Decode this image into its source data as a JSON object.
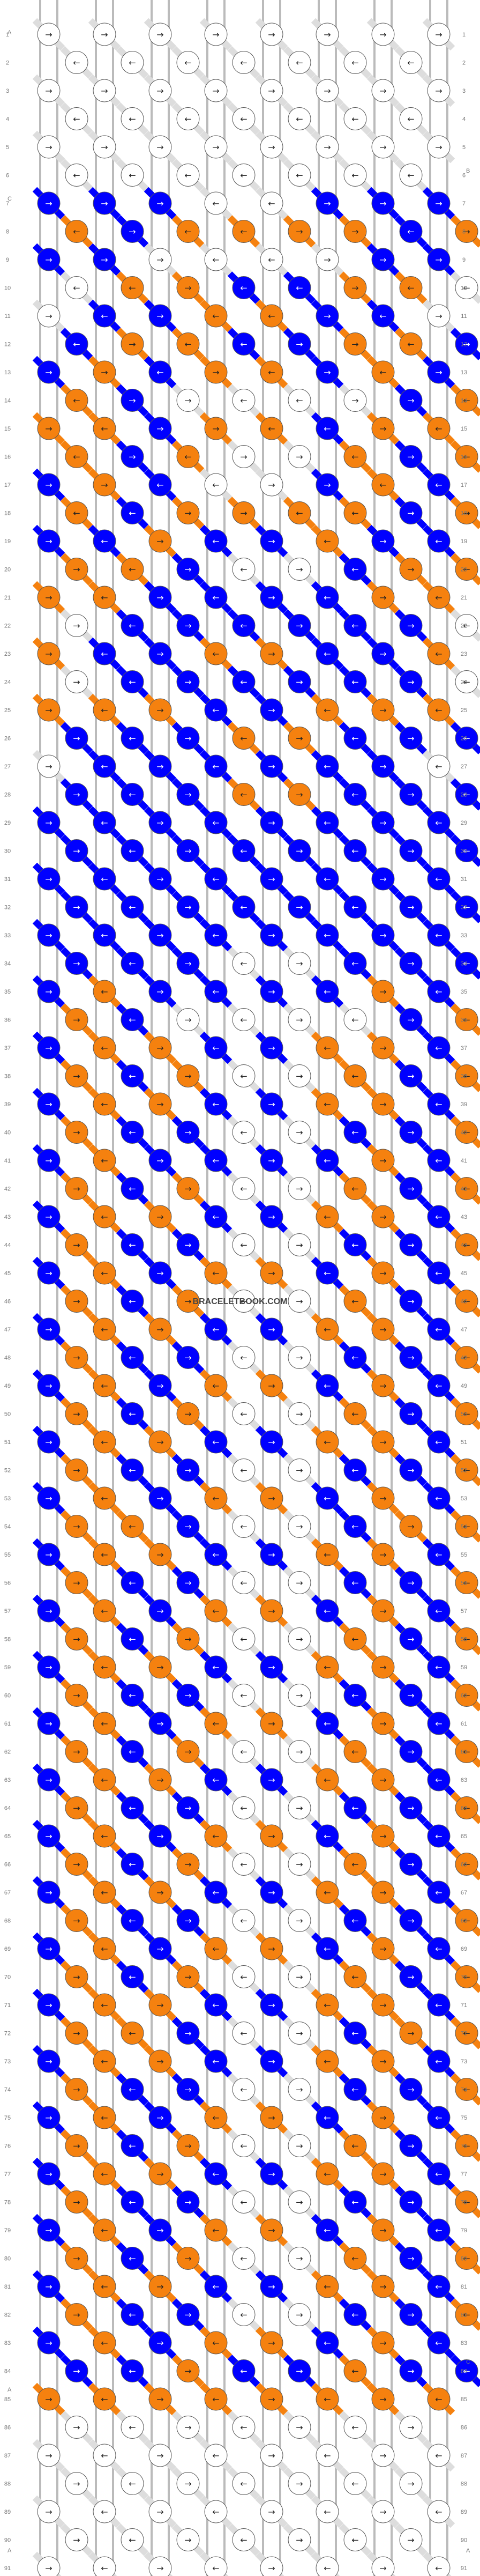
{
  "watermark": "BRACELETBOOK.COM",
  "string_labels": {
    "top_left": "A",
    "bottom_left": "A",
    "row6_right": "B",
    "row7_left": "C",
    "row85_right": "C",
    "row85_left": "A",
    "bottom_right": "A"
  },
  "colors": {
    "A": "#ffffff",
    "B": "#0000ff",
    "C": "#f5810f",
    "outline": "#555555",
    "arrow": "#222222"
  },
  "icons": {
    "forward": "→",
    "backward": "←",
    "forward_backward": "↱",
    "backward_forward": "↰"
  },
  "row_count": 91,
  "knots_per_row_odd": 8,
  "knots_per_row_even": 7,
  "color_rows": [
    "AAAAAAAA",
    "AAAAAAA",
    "AAAAAAAA",
    "AAAAAAA",
    "AAAAAAAA",
    "AAAAAAA",
    "BBBAABBB",
    "CBCCCCBC",
    "BBAAAABB",
    "ACCBBCCA",
    "ABBCCBBA",
    "BCCBBCCB",
    "BCBCCBCB",
    "CBAAAABC",
    "CCBCCBCC",
    "CBCAACBC",
    "BCBAABCB",
    "CBCCCCBC",
    "BBCBBCBB",
    "CCBAABCC",
    "CCBBBBCC",
    "ABBBBBBA",
    "CBBCCBBC",
    "ABBBBBBA",
    "CCCBBCCC",
    "BBBCCBBB",
    "ABBBBBBA",
    "BBBCCBBB",
    "BBBBBBBB",
    "BBBBBBBB",
    "BBBBBBBB",
    "BBBBBBBB",
    "BBBBBBBB",
    "BBBAABBB",
    "BCBBBBCB",
    "CBAAAABC",
    "BCCBBCCB",
    "CBCAACBC",
    "BCCBBCCB",
    "CBBAABBC",
    "BCBBBBCB",
    "CBCAACBC",
    "BCCBBCCB",
    "CBBAABBC",
    "BCBCCBCB",
    "CBCAACBC",
    "BCCBBCCB",
    "CBBAABBC",
    "BCBCCBCB",
    "CBCAACBC",
    "BCCBBCCB",
    "CBBAABBC",
    "BCBCCBCB",
    "CCBAABCC",
    "BCCBBCCB",
    "CBBAABBC",
    "BCBCCBCB",
    "CBCAACBC",
    "BCCBBCCB",
    "CBBAABBC",
    "BCBCCBCB",
    "CBCAACBC",
    "BCCBBCCB",
    "CBBAABBC",
    "BCBCCBCB",
    "CBCAACBC",
    "BCCBBCCB",
    "CBBAABBC",
    "BCBCCBCB",
    "CBCAACBC",
    "BCCBBCCB",
    "CCBAABCC",
    "BCCBBCCB",
    "CBBAABBC",
    "BCBCCBCB",
    "CBCAACBC",
    "BCCBBCCB",
    "CBBAABBC",
    "BCBCCBCB",
    "CBCAACBC",
    "BCCBBCCB",
    "CBBAABBC",
    "BCBCCBCB",
    "BBCBBCBB",
    "CCCCCCCC",
    "AAAAAAA",
    "AAAAAAAA",
    "AAAAAAA",
    "AAAAAAAA",
    "AAAAAAA",
    "AAAAAAAA"
  ],
  "arrow_rows": [
    "FFFFFFFF",
    "BBBBBBB",
    "FFFFFFFF",
    "BBBBBBB",
    "FFFFFFFF",
    "BBBBBBB",
    "FFFBBFFF",
    "BFBBFFBF",
    "FFFBBFFF",
    "BBFBBFBB",
    "FBFBBFBF",
    "BFBBFFBF",
    "FFBFBFBF",
    "BFFBBFFB",
    "FBFFBBFB",
    "BFBFFBFB",
    "FFBBFFBB",
    "BBFFBBFF"
  ]
}
